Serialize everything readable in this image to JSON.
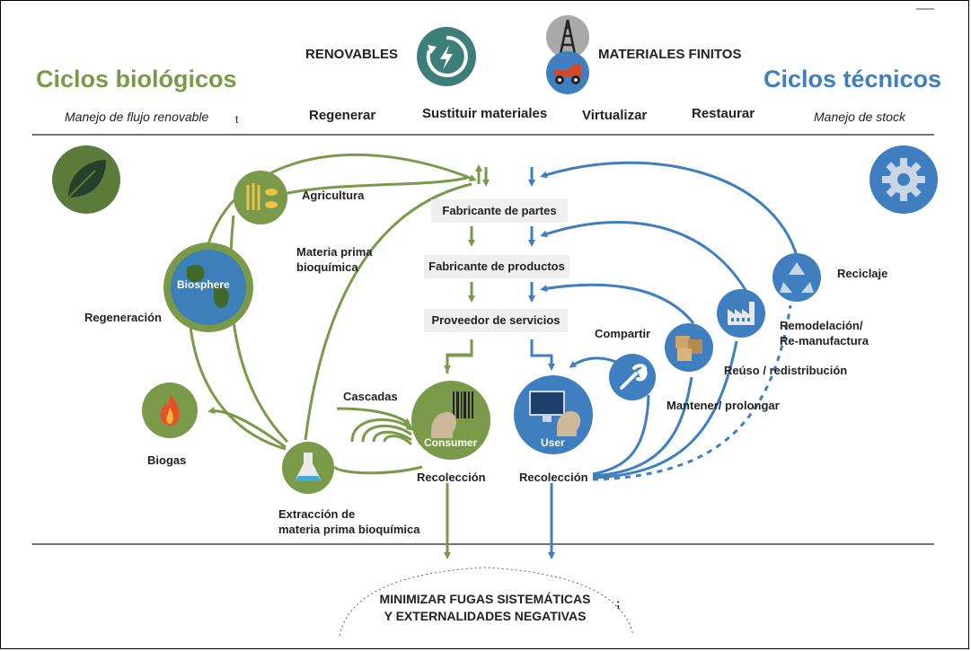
{
  "header": {
    "renovables": "RENOVABLES",
    "materiales_finitos": "MATERIALES FINITOS",
    "ciclos_biologicos": "Ciclos biológicos",
    "ciclos_tecnicos": "Ciclos técnicos",
    "manejo_flujo": "Manejo de flujo renovable",
    "manejo_stock": "Manejo de stock",
    "regenerar": "Regenerar",
    "sustituir": "Sustituir materiales",
    "virtualizar": "Virtualizar",
    "restaurar": "Restaurar",
    "stray_t": "t"
  },
  "process": {
    "fabricante_partes": "Fabricante de partes",
    "fabricante_productos": "Fabricante de productos",
    "proveedor_servicios": "Proveedor de servicios"
  },
  "biological": {
    "agricultura": "Agricultura",
    "materia_prima_1": "Materia prima",
    "materia_prima_2": "bioquímica",
    "regeneracion": "Regeneración",
    "biosphere": "Biosphere",
    "cascadas": "Cascadas",
    "biogas": "Biogas",
    "extraccion_1": "Extracción de",
    "extraccion_2": "materia prima bioquímica",
    "consumer": "Consumer",
    "recoleccion_bio": "Recolección"
  },
  "technical": {
    "reciclaje": "Reciclaje",
    "remodelacion_1": "Remodelación/",
    "remodelacion_2": "Re-manufactura",
    "reuso": "Reúso / redistribución",
    "mantener": "Mantener/ prolongar",
    "compartir": "Compartir",
    "user": "User",
    "recoleccion_tec": "Recolección"
  },
  "footer": {
    "line1": "MINIMIZAR FUGAS SISTEMÁTICAS",
    "line2": "Y EXTERNALIDADES NEGATIVAS",
    "stray_semicolon": ";"
  },
  "colors": {
    "green": "#7a9a4a",
    "green_dark": "#5c7a3a",
    "blue": "#3f7fc0",
    "gray_box": "#efefef"
  },
  "icons": [
    "renewable-energy-icon",
    "oil-rig-icon",
    "mining-truck-icon",
    "leaf-icon",
    "gear-icon",
    "wheat-fish-icon",
    "globe-icon",
    "flame-icon",
    "flask-icon",
    "barcode-icon",
    "computer-icon",
    "wrench-icon",
    "boxes-icon",
    "factory-icon",
    "recycle-icon"
  ]
}
